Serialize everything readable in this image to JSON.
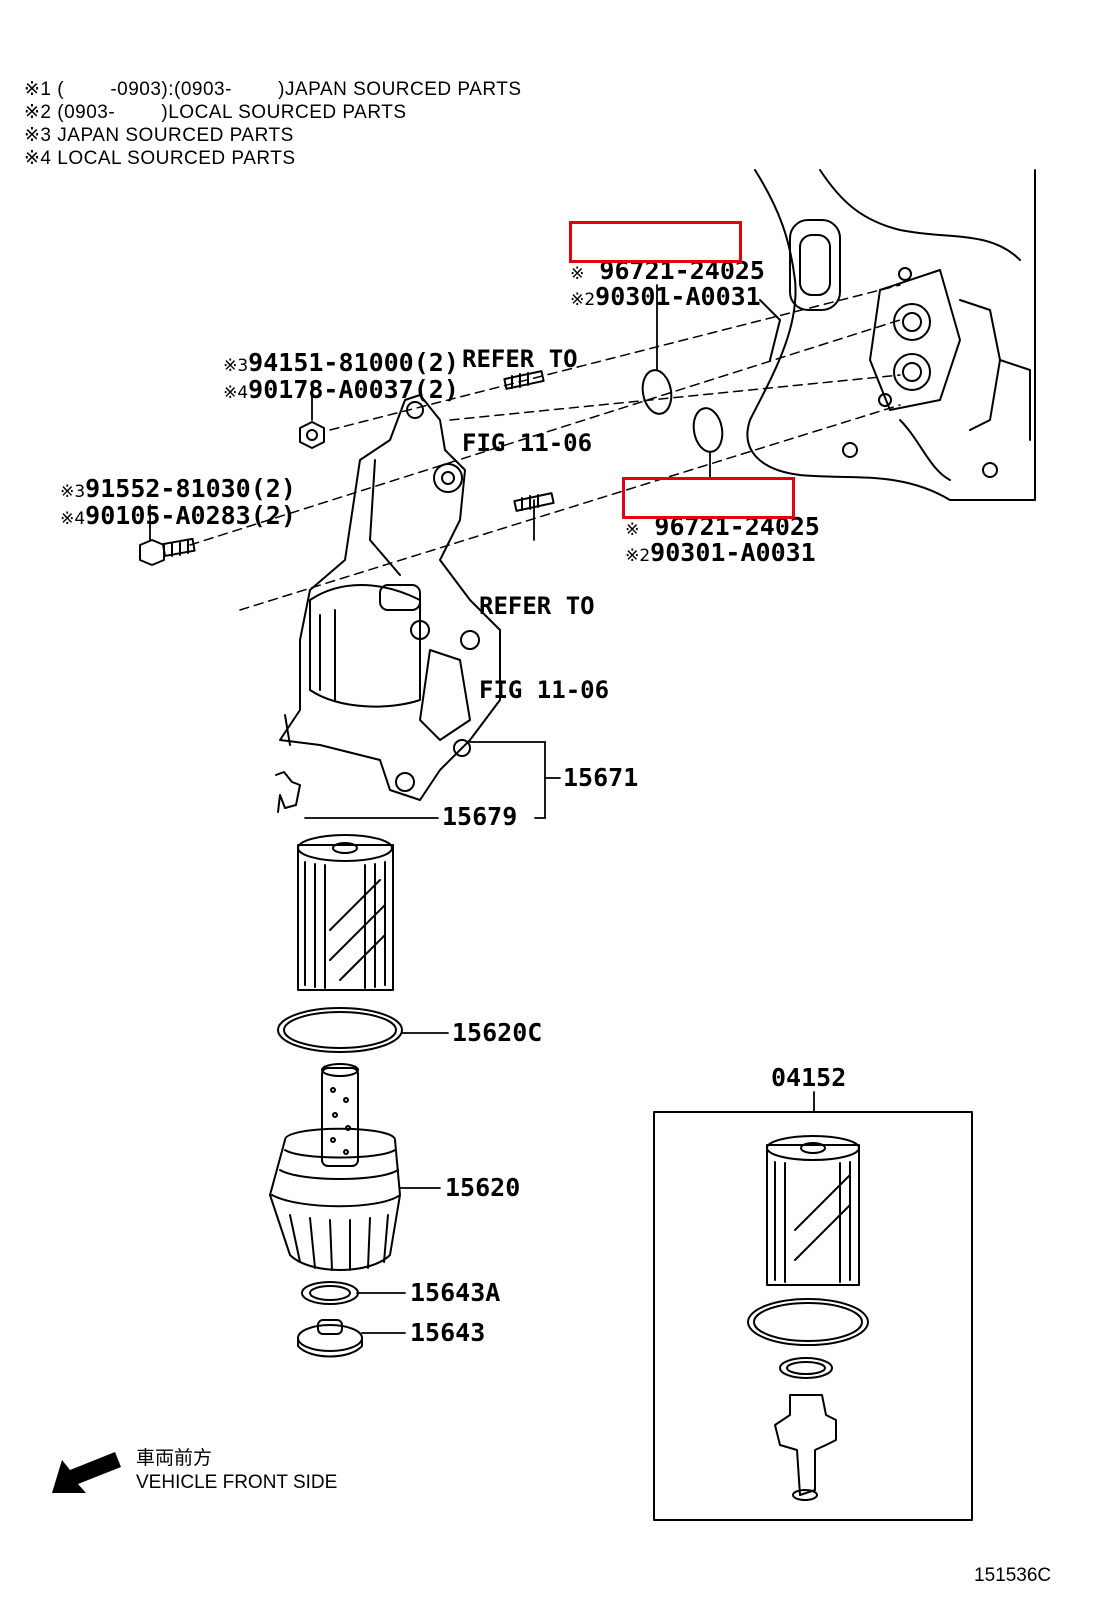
{
  "notes": [
    "※1 (        -0903):(0903-        )JAPAN SOURCED PARTS",
    "※2 (0903-        )LOCAL SOURCED PARTS",
    "※3 JAPAN SOURCED PARTS",
    "※4 LOCAL SOURCED PARTS"
  ],
  "marks": {
    "m1": "※",
    "m2": "※2",
    "m3": "※3",
    "m4": "※4"
  },
  "labels": {
    "oring_top": "96721-24025",
    "oring_top_alt": "90301-A0031",
    "oring_bottom": "96721-24025",
    "oring_bottom_alt": "90301-A0031",
    "nut_3": "94151-81000(2)",
    "nut_4": "90178-A0037(2)",
    "bolt_3": "91552-81030(2)",
    "bolt_4": "90105-A0283(2)",
    "bracket": "15671",
    "clip": "15679",
    "gasket": "15620C",
    "cap": "15620",
    "washer": "15643A",
    "plug": "15643",
    "kit": "04152"
  },
  "refer": {
    "top_line1": "REFER TO",
    "top_line2": "FIG 11-06",
    "bottom_line1": "REFER TO",
    "bottom_line2": "FIG 11-06"
  },
  "front": {
    "jp": "車両前方",
    "en": "VEHICLE FRONT SIDE"
  },
  "figure_number": "151536C",
  "colors": {
    "highlight": "#e3000f",
    "ink": "#000000"
  }
}
